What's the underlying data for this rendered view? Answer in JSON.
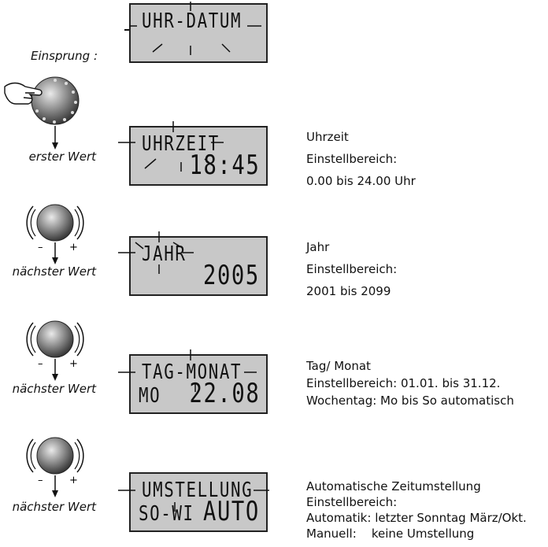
{
  "labels": {
    "einsprung": "Einsprung :",
    "erster_wert": "erster Wert",
    "naechster_wert": "nächster Wert"
  },
  "displays": [
    {
      "top": "UHR-DATUM",
      "bottom_left": "",
      "bottom_right": ""
    },
    {
      "top": "UHRZEIT",
      "bottom_left": "",
      "bottom_right": "18:45"
    },
    {
      "top": "JAHR",
      "bottom_left": "",
      "bottom_right": "2005"
    },
    {
      "top": "TAG-MONAT",
      "bottom_left": "MO",
      "bottom_right": "22.08"
    },
    {
      "top": "UMSTELLUNG",
      "bottom_left": "SO-WI",
      "bottom_right": "AUTO"
    }
  ],
  "descriptions": [
    {
      "lines": [
        "Uhrzeit",
        "Einstellbereich:",
        "0.00 bis 24.00 Uhr"
      ]
    },
    {
      "lines": [
        "Jahr",
        "Einstellbereich:",
        "2001 bis 2099"
      ]
    },
    {
      "lines": [
        "Tag/ Monat",
        "Einstellbereich: 01.01. bis 31.12.",
        "Wochentag: Mo bis So automatisch"
      ]
    },
    {
      "lines": [
        "Automatische Zeitumstellung",
        "Einstellbereich:",
        "Automatik: letzter Sonntag März/Okt.",
        "Manuell:    keine Umstellung"
      ]
    }
  ],
  "rotary_signs": {
    "minus": "–",
    "plus": "+"
  }
}
